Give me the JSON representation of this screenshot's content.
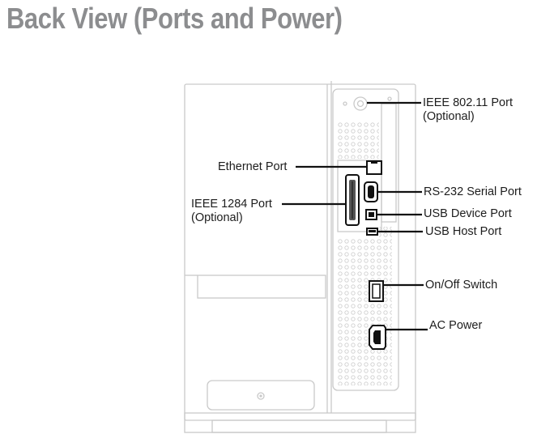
{
  "title": "Back View (Ports and Power)",
  "callouts": {
    "wifi": {
      "line1": "IEEE 802.11 Port",
      "line2": "(Optional)"
    },
    "ethernet": {
      "line1": "Ethernet Port"
    },
    "parallel": {
      "line1": "IEEE 1284 Port",
      "line2": "(Optional)"
    },
    "serial": {
      "line1": "RS-232 Serial Port"
    },
    "usb_device": {
      "line1": "USB Device Port"
    },
    "usb_host": {
      "line1": "USB Host Port"
    },
    "power_switch": {
      "line1": "On/Off Switch"
    },
    "ac_power": {
      "line1": "AC Power"
    }
  },
  "colors": {
    "title": "#8c8d8f",
    "casing": "#c9c9c9",
    "ports": "#111111",
    "text": "#1d1d1d"
  }
}
